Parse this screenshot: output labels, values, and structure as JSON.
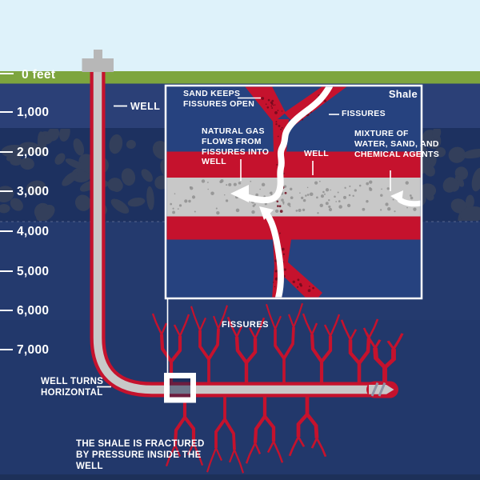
{
  "depth_scale": {
    "labels": [
      "0 feet",
      "1,000",
      "2,000",
      "3,000",
      "4,000",
      "5,000",
      "6,000",
      "7,000"
    ]
  },
  "annotations": {
    "well": "WELL",
    "well_turns_horizontal": "WELL TURNS HORIZONTAL",
    "fissures": "FISSURES",
    "shale_fractured": "THE SHALE IS FRACTURED BY PRESSURE INSIDE THE WELL"
  },
  "inset": {
    "shale": "Shale",
    "sand_keeps_fissures_open": "SAND KEEPS FISSURES OPEN",
    "fissures": "FISSURES",
    "natural_gas_flows": "NATURAL GAS FLOWS FROM FISSURES INTO WELL",
    "well": "WELL",
    "mixture": "MIXTURE OF WATER, SAND, AND CHEMICAL AGENTS"
  },
  "colors": {
    "sky": "#def2fa",
    "grass": "#7da53e",
    "navy_upper": "#2b4077",
    "rock_bg": "#1d3160",
    "rock_pebble": "#333f5b",
    "navy_deep": "#243a6e",
    "navy_deep2": "#22386b",
    "navy_bottom": "#1d3059",
    "red": "#c5122d",
    "speck_red": "#6f0a1c",
    "pipe_gray": "#c8c8c8",
    "wellhead_gray": "#b7b7b7",
    "inset_navy": "#26427f",
    "inset_gray": "#c8c8c8",
    "speck_gray": "#8f8f8f",
    "white": "#ffffff"
  }
}
